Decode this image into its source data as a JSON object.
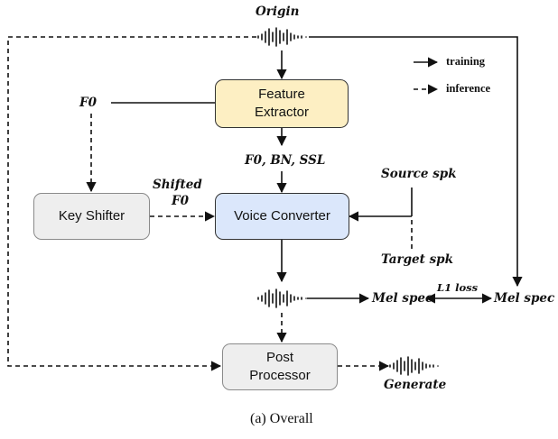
{
  "colors": {
    "feature_extractor_fill": "#fdefc3",
    "voice_converter_fill": "#dbe7fb",
    "key_shifter_fill": "#eeeeee",
    "post_processor_fill": "#eeeeee",
    "line": "#111111"
  },
  "labels": {
    "origin": "Origin",
    "f0": "F0",
    "f0_bn_ssl": "F0, BN, SSL",
    "shifted": "Shifted",
    "shifted_f0": "F0",
    "source_spk": "Source spk",
    "target_spk": "Target spk",
    "mel_spec_left": "Mel spec",
    "mel_spec_right": "Mel spec",
    "l1_loss": "L1 loss",
    "generate": "Generate"
  },
  "boxes": {
    "feature_extractor": [
      "Feature",
      "Extractor"
    ],
    "key_shifter": "Key Shifter",
    "voice_converter": "Voice Converter",
    "post_processor": [
      "Post",
      "Processor"
    ]
  },
  "legend": {
    "training": "training",
    "inference": "inference"
  },
  "caption": "(a) Overall"
}
